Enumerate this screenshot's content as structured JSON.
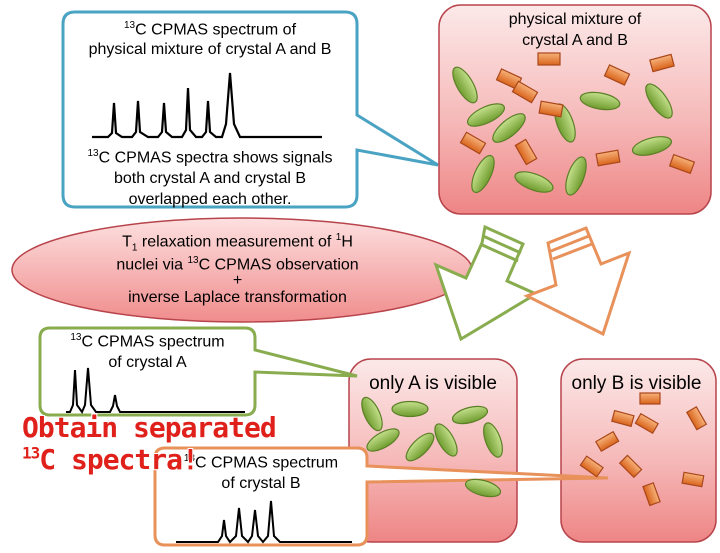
{
  "callout_mixture": {
    "title_line1_sup": "13",
    "title_line1": "C CPMAS spectrum of",
    "title_line2": "physical mixture of crystal A and B",
    "desc_line1_sup": "13",
    "desc_line1": "C CPMAS spectra shows signals",
    "desc_line2": "both crystal A and crystal B",
    "desc_line3": "overlapped each other."
  },
  "box_mixture": {
    "label_line1": "physical mixture of",
    "label_line2": "crystal A and B"
  },
  "method": {
    "line1_pre": "T",
    "line1_sub": "1",
    "line1_mid": " relaxation measurement of ",
    "line1_sup": "1",
    "line1_end": "H",
    "line2_pre": "nuclei via  ",
    "line2_sup": "13",
    "line2_end": "C CPMAS observation",
    "plus": "+",
    "line3": "inverse Laplace transformation"
  },
  "callout_a": {
    "line1_sup": "13",
    "line1": "C CPMAS spectrum",
    "line2": "of crystal A"
  },
  "box_a": {
    "label": "only A is visible"
  },
  "box_b": {
    "label": "only B is visible"
  },
  "callout_b": {
    "line1_sup": "13",
    "line1": "C CPMAS spectrum",
    "line2": "of crystal B"
  },
  "headline": {
    "line1": "Obtain separated",
    "line2_sup": "13",
    "line2": "C spectra!"
  },
  "colors": {
    "callout_blue": "#4aa3c3",
    "callout_green": "#88ac4e",
    "callout_orange": "#e8915a",
    "box_pink_top": "#fbe4e4",
    "box_pink_bottom": "#f08a8a",
    "crystal_green": "#8dbb48",
    "crystal_orange": "#ea7a2e",
    "headline_red": "#e0211b"
  }
}
